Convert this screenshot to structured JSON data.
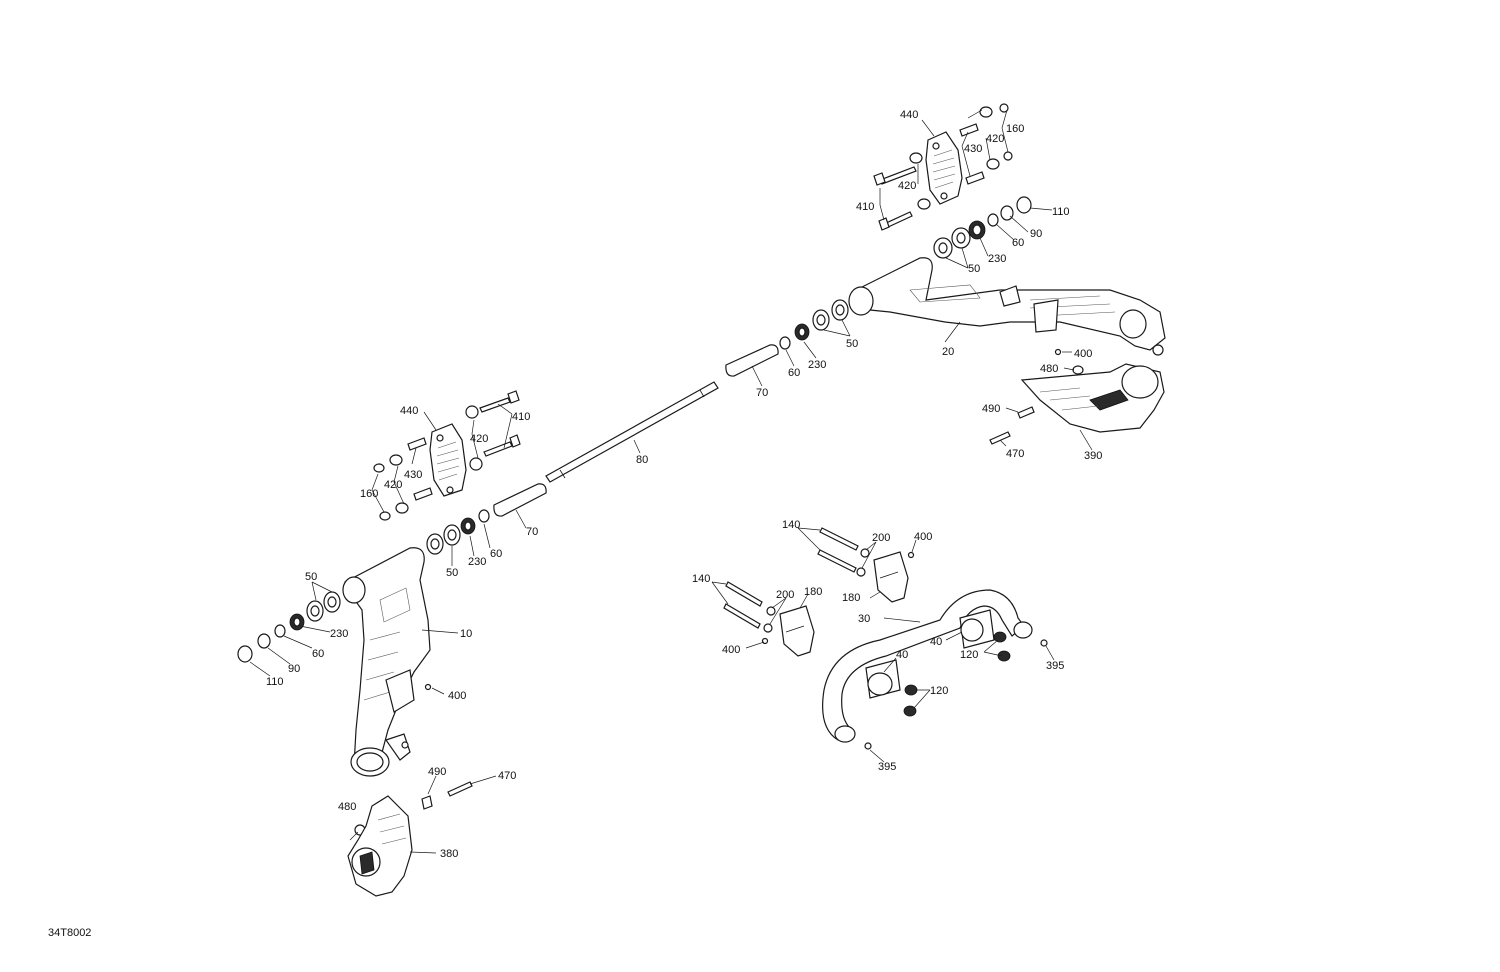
{
  "reference_code": "34T8002",
  "callouts": [
    {
      "id": "c440a",
      "text": "440"
    },
    {
      "id": "c420a",
      "text": "420"
    },
    {
      "id": "c160a",
      "text": "160"
    },
    {
      "id": "c430a",
      "text": "430"
    },
    {
      "id": "c420b",
      "text": "420"
    },
    {
      "id": "c410a",
      "text": "410"
    },
    {
      "id": "c110a",
      "text": "110"
    },
    {
      "id": "c90a",
      "text": "90"
    },
    {
      "id": "c60a",
      "text": "60"
    },
    {
      "id": "c230a",
      "text": "230"
    },
    {
      "id": "c50a",
      "text": "50"
    },
    {
      "id": "c20",
      "text": "20"
    },
    {
      "id": "c50b",
      "text": "50"
    },
    {
      "id": "c230b",
      "text": "230"
    },
    {
      "id": "c60b",
      "text": "60"
    },
    {
      "id": "c70a",
      "text": "70"
    },
    {
      "id": "c400a",
      "text": "400"
    },
    {
      "id": "c480a",
      "text": "480"
    },
    {
      "id": "c490a",
      "text": "490"
    },
    {
      "id": "c470a",
      "text": "470"
    },
    {
      "id": "c390",
      "text": "390"
    },
    {
      "id": "c80",
      "text": "80"
    },
    {
      "id": "c440b",
      "text": "440"
    },
    {
      "id": "c410b",
      "text": "410"
    },
    {
      "id": "c420c",
      "text": "420"
    },
    {
      "id": "c430b",
      "text": "430"
    },
    {
      "id": "c420d",
      "text": "420"
    },
    {
      "id": "c160b",
      "text": "160"
    },
    {
      "id": "c70b",
      "text": "70"
    },
    {
      "id": "c60c",
      "text": "60"
    },
    {
      "id": "c230c",
      "text": "230"
    },
    {
      "id": "c50c",
      "text": "50"
    },
    {
      "id": "c50d",
      "text": "50"
    },
    {
      "id": "c230d",
      "text": "230"
    },
    {
      "id": "c60d",
      "text": "60"
    },
    {
      "id": "c90b",
      "text": "90"
    },
    {
      "id": "c110b",
      "text": "110"
    },
    {
      "id": "c10",
      "text": "10"
    },
    {
      "id": "c400b",
      "text": "400"
    },
    {
      "id": "c490b",
      "text": "490"
    },
    {
      "id": "c470b",
      "text": "470"
    },
    {
      "id": "c480b",
      "text": "480"
    },
    {
      "id": "c380",
      "text": "380"
    },
    {
      "id": "c140a",
      "text": "140"
    },
    {
      "id": "c200a",
      "text": "200"
    },
    {
      "id": "c400c",
      "text": "400"
    },
    {
      "id": "c180a",
      "text": "180"
    },
    {
      "id": "c140b",
      "text": "140"
    },
    {
      "id": "c200b",
      "text": "200"
    },
    {
      "id": "c180b",
      "text": "180"
    },
    {
      "id": "c30",
      "text": "30"
    },
    {
      "id": "c400d",
      "text": "400"
    },
    {
      "id": "c40a",
      "text": "40"
    },
    {
      "id": "c120a",
      "text": "120"
    },
    {
      "id": "c395a",
      "text": "395"
    },
    {
      "id": "c40b",
      "text": "40"
    },
    {
      "id": "c120b",
      "text": "120"
    },
    {
      "id": "c395b",
      "text": "395"
    }
  ]
}
